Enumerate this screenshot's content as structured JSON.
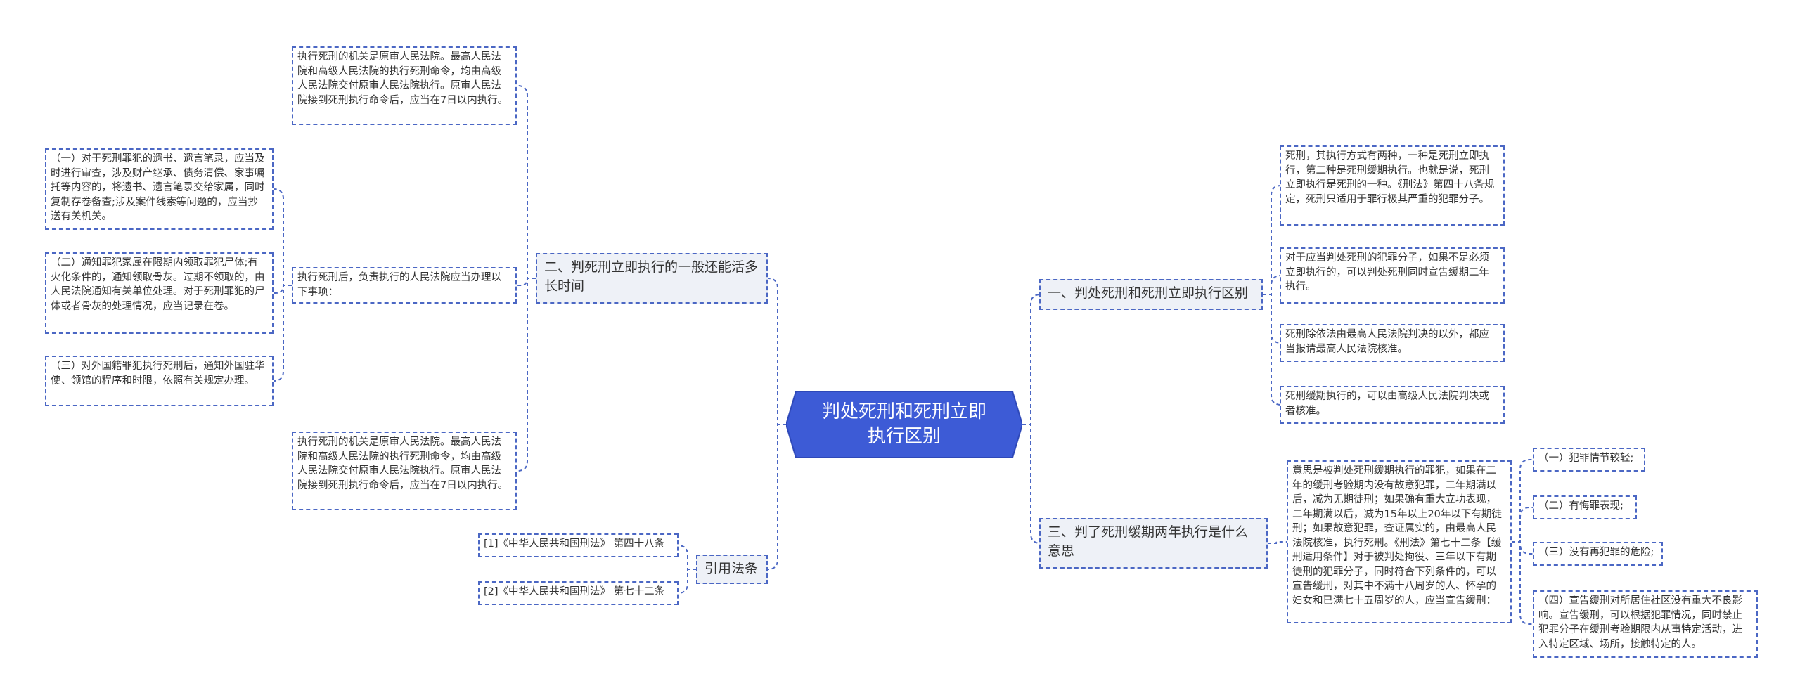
{
  "root": {
    "title": "判处死刑和死刑立即执行区别"
  },
  "left": {
    "branch_two": {
      "label": "二、判死刑立即执行的一般还能活多长时间",
      "items": [
        "执行死刑的机关是原审人民法院。最高人民法院和高级人民法院的执行死刑命令，均由高级人民法院交付原审人民法院执行。原审人民法院接到死刑执行命令后，应当在7日以内执行。",
        "执行死刑后，负责执行的人民法院应当办理以下事项：",
        "执行死刑的机关是原审人民法院。最高人民法院和高级人民法院的执行死刑命令，均由高级人民法院交付原审人民法院执行。原审人民法院接到死刑执行命令后，应当在7日以内执行。"
      ],
      "subitems": [
        "（一）对于死刑罪犯的遗书、遗言笔录，应当及时进行审查，涉及财产继承、债务清偿、家事嘱托等内容的，将遗书、遗言笔录交给家属，同时复制存卷备查;涉及案件线索等问题的，应当抄送有关机关。",
        "（二）通知罪犯家属在限期内领取罪犯尸体;有火化条件的，通知领取骨灰。过期不领取的，由人民法院通知有关单位处理。对于死刑罪犯的尸体或者骨灰的处理情况，应当记录在卷。",
        "（三）对外国籍罪犯执行死刑后，通知外国驻华使、领馆的程序和时限，依照有关规定办理。"
      ]
    },
    "branch_law": {
      "label": "引用法条",
      "items": [
        "[1]《中华人民共和国刑法》 第四十八条",
        "[2]《中华人民共和国刑法》 第七十二条"
      ]
    }
  },
  "right": {
    "branch_one": {
      "label": "一、判处死刑和死刑立即执行区别",
      "items": [
        "死刑，其执行方式有两种，一种是死刑立即执行，第二种是死刑缓期执行。也就是说，死刑立即执行是死刑的一种。《刑法》第四十八条规定，死刑只适用于罪行极其严重的犯罪分子。",
        "对于应当判处死刑的犯罪分子，如果不是必须立即执行的，可以判处死刑同时宣告缓期二年执行。",
        "死刑除依法由最高人民法院判决的以外，都应当报请最高人民法院核准。",
        "死刑缓期执行的，可以由高级人民法院判决或者核准。"
      ]
    },
    "branch_three": {
      "label": "三、判了死刑缓期两年执行是什么意思",
      "item": "意思是被判处死刑缓期执行的罪犯，如果在二年的缓刑考验期内没有故意犯罪，二年期满以后，减为无期徒刑；如果确有重大立功表现，二年期满以后，减为15年以上20年以下有期徒刑；如果故意犯罪，查证属实的，由最高人民法院核准，执行死刑。《刑法》第七十二条【缓刑适用条件】对于被判处拘役、三年以下有期徒刑的犯罪分子，同时符合下列条件的，可以宣告缓刑，对其中不满十八周岁的人、怀孕的妇女和已满七十五周岁的人，应当宣告缓刑：",
      "subitems": [
        "（一）犯罪情节较轻;",
        "（二）有悔罪表现;",
        "（三）没有再犯罪的危险;",
        "（四）宣告缓刑对所居住社区没有重大不良影响。宣告缓刑，可以根据犯罪情况，同时禁止犯罪分子在缓刑考验期限内从事特定活动，进入特定区域、场所，接触特定的人。"
      ]
    }
  },
  "colors": {
    "root_fill": "#3d5bd6",
    "root_stroke": "#2e48b8",
    "line": "#4b67c4",
    "branch_bg": "#eef1f7"
  }
}
